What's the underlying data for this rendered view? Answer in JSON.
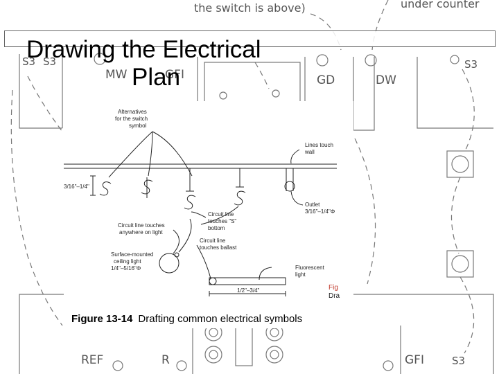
{
  "slide": {
    "title_line1": "Drawing the Electrical",
    "title_line2": "Plan"
  },
  "background_plan": {
    "top_note": "the switch is above)",
    "top_right_note": "under counter",
    "mw": "MW",
    "gfi_top": "GFI",
    "gd": "GD",
    "dw": "DW",
    "ref": "REF",
    "r": "R",
    "gfi_bottom": "GFI",
    "s3_labels": [
      "S3",
      "S3",
      "S3",
      "S3"
    ]
  },
  "figure": {
    "caption_number": "Figure 13-14",
    "caption_text": "Drafting common electrical symbols",
    "annotations": {
      "alt_switch": [
        "Alternatives",
        "for the switch",
        "symbol"
      ],
      "lines_touch": [
        "Lines touch",
        "wall"
      ],
      "outlet": [
        "Outlet",
        "3/16\"–1/4\"Φ"
      ],
      "switch_dim": "3/16\"–1/4\"",
      "circuit_s": [
        "Circuit line",
        "touches \"S\"",
        "bottom"
      ],
      "circuit_light": [
        "Circuit line touches",
        "anywhere on light"
      ],
      "circuit_ballast": [
        "Circuit line",
        "touches ballast"
      ],
      "surface_light": [
        "Surface-mounted",
        "ceiling light",
        "1/4\"–5/16\"Φ"
      ],
      "fluorescent": [
        "Fluorescent",
        "light"
      ],
      "fluor_dim": "1/2\"–3/4\"",
      "cut_off_red": "Fig",
      "cut_off_dark": "Dra"
    }
  }
}
